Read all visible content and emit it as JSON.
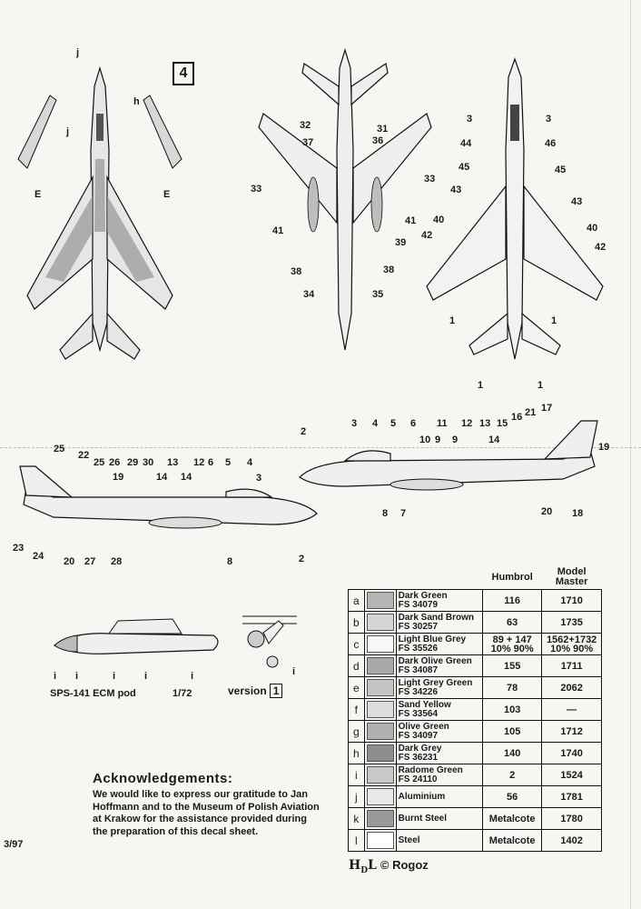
{
  "plate_number": "4",
  "top_views": {
    "left_callouts": [
      "j",
      "h",
      "j",
      "E",
      "E"
    ],
    "middle_callouts": [
      "32",
      "31",
      "37",
      "36",
      "33",
      "33",
      "41",
      "41",
      "39",
      "38",
      "38",
      "34",
      "35"
    ],
    "right_callouts": [
      "3",
      "3",
      "44",
      "46",
      "45",
      "45",
      "43",
      "43",
      "40",
      "40",
      "42",
      "42",
      "1",
      "1",
      "1",
      "1"
    ]
  },
  "side_views": {
    "right_callouts": [
      "3",
      "4",
      "5",
      "6",
      "11",
      "12",
      "13",
      "15",
      "16",
      "21",
      "17",
      "2",
      "10",
      "9",
      "9",
      "14",
      "19",
      "8",
      "7",
      "20",
      "18"
    ],
    "left_callouts": [
      "25",
      "22",
      "26",
      "29",
      "30",
      "13",
      "12",
      "6",
      "5",
      "4",
      "3",
      "25",
      "19",
      "14",
      "14",
      "23",
      "24",
      "20",
      "27",
      "28",
      "8",
      "2"
    ]
  },
  "pod": {
    "label": "SPS-141 ECM pod",
    "scale": "1/72",
    "callouts": [
      "i",
      "i",
      "i",
      "i",
      "i",
      "i"
    ],
    "version_label": "version",
    "version_number": "1"
  },
  "color_table": {
    "headers": {
      "humbrol": "Humbrol",
      "model_master": "Model\nMaster"
    },
    "rows": [
      {
        "letter": "a",
        "name": "Dark Green",
        "fs": "FS 34079",
        "humbrol": "116",
        "model_master": "1710",
        "swatch": "#b4b4b4"
      },
      {
        "letter": "b",
        "name": "Dark Sand Brown",
        "fs": "FS 30257",
        "humbrol": "63",
        "model_master": "1735",
        "swatch": "#d6d6d6"
      },
      {
        "letter": "c",
        "name": "Light Blue Grey",
        "fs": "FS 35526",
        "humbrol": "89 + 147\n10%  90%",
        "model_master": "1562+1732\n10%  90%",
        "swatch": "#f7f7f7"
      },
      {
        "letter": "d",
        "name": "Dark Olive Green",
        "fs": "FS 34087",
        "humbrol": "155",
        "model_master": "1711",
        "swatch": "#a9a9a9"
      },
      {
        "letter": "e",
        "name": "Light Grey Green",
        "fs": "FS 34226",
        "humbrol": "78",
        "model_master": "2062",
        "swatch": "#c4c4c4"
      },
      {
        "letter": "f",
        "name": "Sand Yellow",
        "fs": "FS 33564",
        "humbrol": "103",
        "model_master": "—",
        "swatch": "#dcdcdc"
      },
      {
        "letter": "g",
        "name": "Olive Green",
        "fs": "FS 34097",
        "humbrol": "105",
        "model_master": "1712",
        "swatch": "#b0b0b0"
      },
      {
        "letter": "h",
        "name": "Dark Grey",
        "fs": "FS 36231",
        "humbrol": "140",
        "model_master": "1740",
        "swatch": "#8c8c8c"
      },
      {
        "letter": "i",
        "name": "Radome Green",
        "fs": "FS 24110",
        "humbrol": "2",
        "model_master": "1524",
        "swatch": "#c8c8c8"
      },
      {
        "letter": "j",
        "name": "Aluminium",
        "fs": "",
        "humbrol": "56",
        "model_master": "1781",
        "swatch": "#e8e8e8"
      },
      {
        "letter": "k",
        "name": "Burnt Steel",
        "fs": "",
        "humbrol": "Metalcote",
        "model_master": "1780",
        "swatch": "#9a9a9a"
      },
      {
        "letter": "l",
        "name": "Steel",
        "fs": "",
        "humbrol": "Metalcote",
        "model_master": "1402",
        "swatch": "#ffffff"
      }
    ]
  },
  "acknowledgements": {
    "title": "Acknowledgements:",
    "text": "We would like to express our gratitude to Jan Hoffmann and to the Museum of Polish Aviation at Krakow for the assistance provided during the preparation of this decal sheet."
  },
  "issue": "3/97",
  "publisher": {
    "logo": "HDL",
    "copyright": "© Rogoz"
  }
}
